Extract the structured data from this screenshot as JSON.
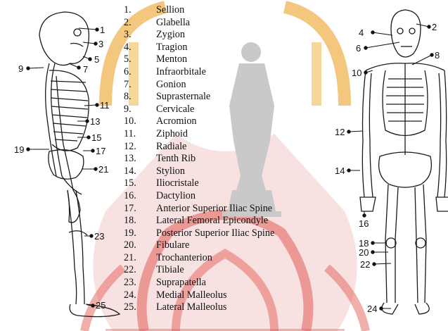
{
  "legend": [
    {
      "num": "1.",
      "name": "Sellion"
    },
    {
      "num": "2.",
      "name": "Glabella"
    },
    {
      "num": "3.",
      "name": "Zygion"
    },
    {
      "num": "4.",
      "name": "Tragion"
    },
    {
      "num": "5.",
      "name": "Menton"
    },
    {
      "num": "6.",
      "name": "Infraorbitale"
    },
    {
      "num": "7.",
      "name": "Gonion"
    },
    {
      "num": "8.",
      "name": "Suprasternale"
    },
    {
      "num": "9.",
      "name": "Cervicale"
    },
    {
      "num": "10.",
      "name": "Acromion"
    },
    {
      "num": "11.",
      "name": "Ziphoid"
    },
    {
      "num": "12.",
      "name": "Radiale"
    },
    {
      "num": "13.",
      "name": "Tenth Rib"
    },
    {
      "num": "14.",
      "name": "Stylion"
    },
    {
      "num": "15.",
      "name": "Iliocristale"
    },
    {
      "num": "16.",
      "name": "Dactylion"
    },
    {
      "num": "17.",
      "name": "Anterior Superior Iliac Spine"
    },
    {
      "num": "18.",
      "name": "Lateral Femoral Epicondyle"
    },
    {
      "num": "19.",
      "name": "Posterior Superior Iliac Spine"
    },
    {
      "num": "20.",
      "name": "Fibulare"
    },
    {
      "num": "21.",
      "name": "Trochanterion"
    },
    {
      "num": "22.",
      "name": "Tibiale"
    },
    {
      "num": "23.",
      "name": "Suprapatella"
    },
    {
      "num": "24.",
      "name": "Medial Malleolus"
    },
    {
      "num": "25.",
      "name": "Lateral Malleolus"
    }
  ],
  "side_labels": {
    "l1": "1",
    "l3": "3",
    "l5": "5",
    "l7": "7",
    "l9": "9",
    "l11": "11",
    "l13": "13",
    "l15": "15",
    "l17": "17",
    "l19": "19",
    "l21": "21",
    "l23": "23",
    "l25": "25"
  },
  "front_labels": {
    "l2": "2",
    "l4": "4",
    "l6": "6",
    "l8": "8",
    "l10": "10",
    "l12": "12",
    "l14": "14",
    "l16": "16",
    "l18": "18",
    "l20": "20",
    "l22": "22",
    "l24": "24"
  },
  "colors": {
    "watermark_red": "#e35f57",
    "watermark_gold": "#f3c77e",
    "statue_gray": "#c9c9c9",
    "bone_ink": "#1a1a1a"
  }
}
